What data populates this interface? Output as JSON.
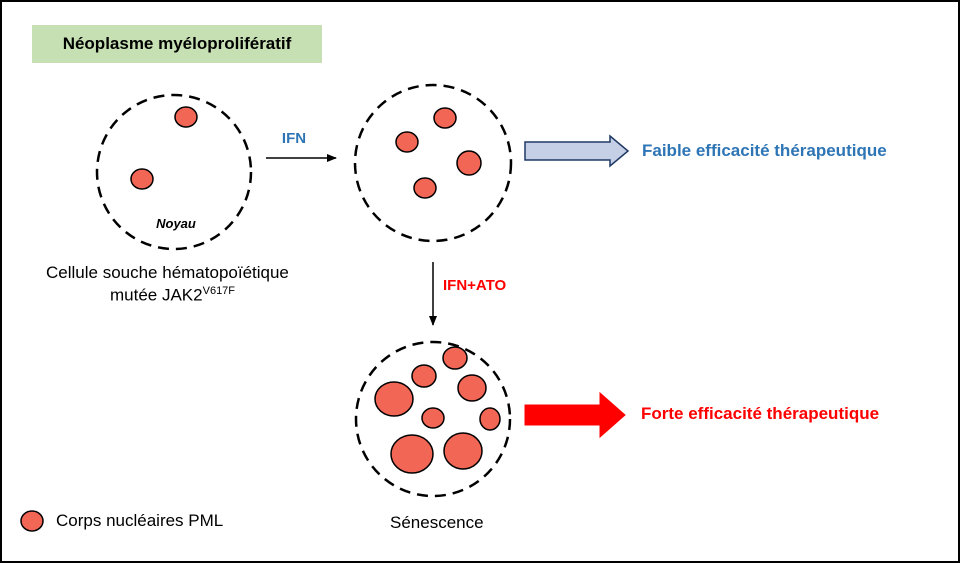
{
  "title": "Néoplasme myéloprolifératif",
  "nucleus_label": "Noyau",
  "cell_label_line1": "Cellule souche hématopoïétique",
  "cell_label_line2_text": "mutée JAK2",
  "cell_label_line2_sup": "V617F",
  "ifn_label": "IFN",
  "ifn_ato_label": "IFN+ATO",
  "low_efficacy": "Faible efficacité thérapeutique",
  "high_efficacy": "Forte efficacité thérapeutique",
  "senescence": "Sénescence",
  "legend_label": "Corps nucléaires PML",
  "colors": {
    "pml_fill": "#f26655",
    "ifn_blue": "#2e75b6",
    "red": "#ff0000",
    "title_bg": "#c6e0b4",
    "light_arrow_fill": "#c5d0e6"
  }
}
